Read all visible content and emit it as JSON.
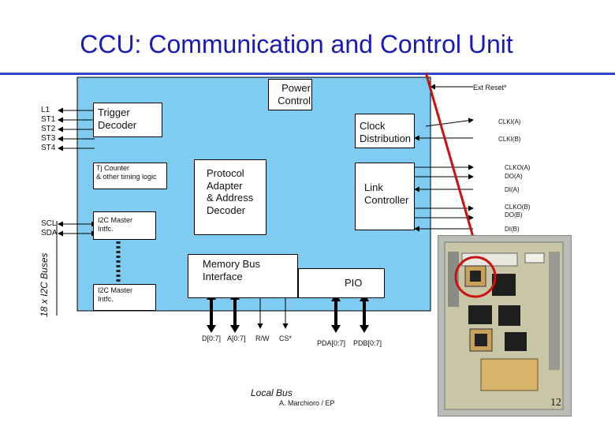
{
  "title": "CCU: Communication and Control Unit",
  "blocks": {
    "power_control": "Power\nControl",
    "trigger_decoder": "Trigger\nDecoder",
    "clock_distribution": "Clock\nDistribution",
    "tj_counter": "Tj Counter\n& other timing logic",
    "protocol_adapter": "Protocol\nAdapter\n& Address\nDecoder",
    "link_controller": "Link\nController",
    "i2c_master_1": "I2C Master\nIntfc.",
    "i2c_master_2": "I2C Master\nIntfc.",
    "memory_bus_interface": "Memory Bus\nInterface",
    "pio": "PIO"
  },
  "left_signals": [
    "L1",
    "ST1",
    "ST2",
    "ST3",
    "ST4"
  ],
  "i2c_signals": [
    "SCL",
    "SDA"
  ],
  "i2c_buses_label": "18 x I2C Buses",
  "right_signals": {
    "ext_reset": "Ext Reset*",
    "clki_a": "CLKI(A)",
    "clki_b": "CLKI(B)",
    "clko_a": "CLKO(A)",
    "do_a": "DO(A)",
    "di_a": "DI(A)",
    "clko_b": "CLKO(B)",
    "do_b": "DO(B)",
    "di_b": "DI(B)"
  },
  "bottom_signals": [
    "D[0:7]",
    "A[0:7]",
    "R/W",
    "CS*"
  ],
  "pio_signals": [
    "PDA[0:7]",
    "PDB[0:7]"
  ],
  "local_bus_label": "Local Bus",
  "author": "A. Marchioro / EP",
  "page_number": "12",
  "colors": {
    "title": "#1a1ab8",
    "chip_fill": "#7fcbf2",
    "highlight": "#cc1111",
    "rule": "#3344cc"
  }
}
